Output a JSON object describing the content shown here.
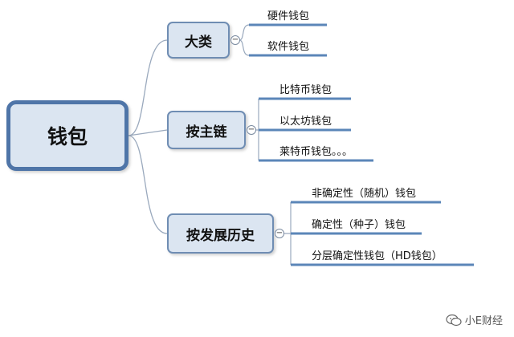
{
  "root": {
    "label": "钱包"
  },
  "branches": [
    {
      "label": "大类",
      "children": [
        "硬件钱包",
        "软件钱包"
      ]
    },
    {
      "label": "按主链",
      "children": [
        "比特币钱包",
        "以太坊钱包",
        "莱特币钱包。。。"
      ]
    },
    {
      "label": "按发展历史",
      "children": [
        "非确定性（随机）钱包",
        "确定性（种子）钱包",
        "分层确定性钱包（HD钱包）"
      ]
    }
  ],
  "collapse_symbol": "−",
  "watermark": {
    "text": "小E财经",
    "icon": "wechat-icon"
  },
  "colors": {
    "node_fill": "#dbe5f1",
    "node_border": "#6f8db3",
    "root_border": "#4f75a8",
    "leaf_line": "#5b86b8",
    "connector": "#9aa9bd"
  }
}
